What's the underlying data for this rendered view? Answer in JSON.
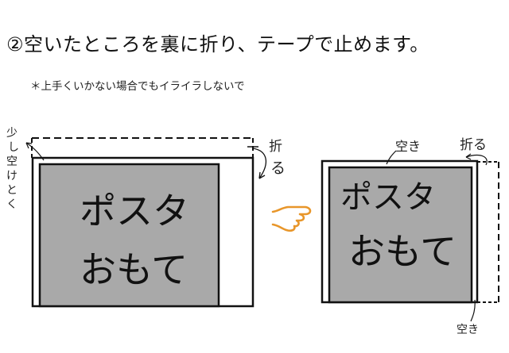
{
  "header": {
    "title": "②空いたところを裏に折り、テープで止めます。",
    "note": "＊上手くいかない場合でもイライラしないで"
  },
  "left_diagram": {
    "poster_line1": "ポスタ",
    "poster_line2": "おもて",
    "side_label_chars": [
      "少",
      "し",
      "空",
      "け",
      "と",
      "く"
    ],
    "fold_label_chars": [
      "折",
      "る"
    ]
  },
  "right_diagram": {
    "poster_line1": "ポスタ",
    "poster_line2": "おもて",
    "top_gap_label": "空き",
    "fold_label": "折る",
    "bottom_gap_label": "空き"
  },
  "arrow": {
    "icon": "pointing-hand-icon",
    "color": "#e8962a"
  },
  "colors": {
    "poster_fill": "#a9a9a9",
    "line": "#111111",
    "sheet": "#ffffff"
  }
}
